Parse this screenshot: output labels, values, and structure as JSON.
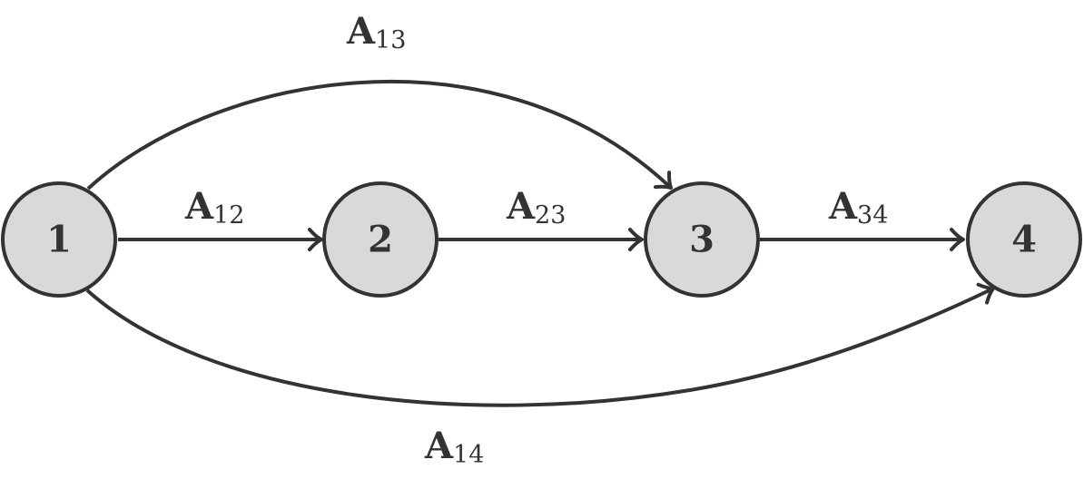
{
  "diagram": {
    "colors": {
      "node_fill": "#d9d9d9",
      "stroke": "#333333",
      "background": "#ffffff"
    },
    "nodes": [
      {
        "id": "1",
        "label": "1"
      },
      {
        "id": "2",
        "label": "2"
      },
      {
        "id": "3",
        "label": "3"
      },
      {
        "id": "4",
        "label": "4"
      }
    ],
    "edges": [
      {
        "from": "1",
        "to": "2",
        "label_main": "A",
        "label_sub": "12"
      },
      {
        "from": "2",
        "to": "3",
        "label_main": "A",
        "label_sub": "23"
      },
      {
        "from": "3",
        "to": "4",
        "label_main": "A",
        "label_sub": "34"
      },
      {
        "from": "1",
        "to": "3",
        "label_main": "A",
        "label_sub": "13"
      },
      {
        "from": "1",
        "to": "4",
        "label_main": "A",
        "label_sub": "14"
      }
    ]
  }
}
